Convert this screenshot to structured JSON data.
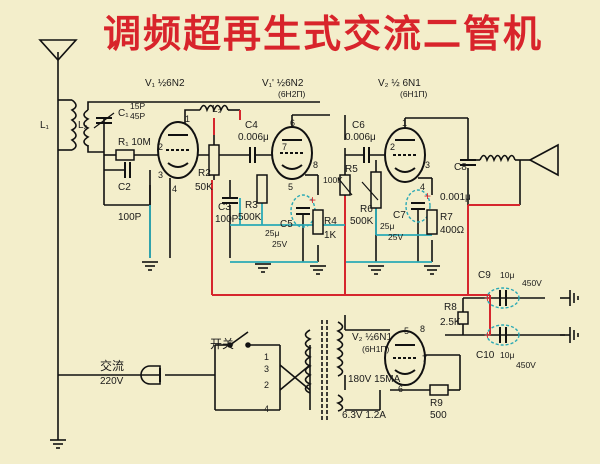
{
  "title": "调频超再生式交流二管机",
  "labels": {
    "v1_name": "V₁ ½6N2",
    "v1p_name": "V₁' ½6N2",
    "v1p_code": "(6H2П)",
    "v2_name": "V₂ ½ 6N1",
    "v2_code": "(6H1П)",
    "l1": "L₁",
    "l2": "L₂",
    "c1": "C₁",
    "c1_val_a": "15P",
    "c1_val_b": "45P",
    "r1": "R₁ 10M",
    "c2": "C2",
    "c2_val": "100P",
    "l3": "L₃",
    "r2": "R2",
    "r2_val": "50K",
    "c3": "C3",
    "c3_val": "100P",
    "c4": "C4",
    "c4_val": "0.006μ",
    "r3": "R3",
    "r3_val": "500K",
    "c5": "C5",
    "c5_val_a": "25μ",
    "c5_val_b": "25V",
    "r4": "R4",
    "r4_val": "1K",
    "r5": "R5",
    "r5_val": "100K",
    "c6": "C6",
    "c6_val": "0.006μ",
    "r6": "R6",
    "r6_val": "500K",
    "c7": "C7",
    "c7_val_a": "25μ",
    "c7_val_b": "25V",
    "r7": "R7",
    "r7_val": "400Ω",
    "c8": "C8",
    "c8_val": "0.001μ",
    "c9": "C9",
    "c9_val_a": "10μ",
    "c9_val_b": "450V",
    "r8": "R8",
    "r8_val": "2.5K",
    "c10": "C10",
    "c10_val_a": "10μ",
    "c10_val_b": "450V",
    "v2r_name": "V₂ ½6N1",
    "v2r_code": "(6H1П)",
    "hv_winding": "180V 15MA",
    "heater_winding": "6.3V 1.2A",
    "r9": "R9",
    "r9_val": "500",
    "switch": "开关",
    "ac": "交流",
    "ac_voltage": "220V"
  },
  "pins": {
    "v1_grid": "2",
    "v1_cathode": "3",
    "v1_plate": "1",
    "v1_heater": "4",
    "v1p_grid": "7",
    "v1p_plate": "6",
    "v1p_cathode": "8",
    "v1p_heater": "5",
    "v2_grid": "2",
    "v2_plate": "1",
    "v2_cathode": "3",
    "v2_heater": "4",
    "v2r_a": "5",
    "v2r_b": "8",
    "v2r_c": "7",
    "v2r_d": "6",
    "t1": "1",
    "t3": "3",
    "t2": "2",
    "t4": "4"
  },
  "marks": {
    "plus": "+"
  },
  "colors": {
    "title": "#d8242b",
    "b_plus_wire": "#d6262d",
    "cathode_wire": "#2aa9b5",
    "paper": "#f3eecb"
  }
}
